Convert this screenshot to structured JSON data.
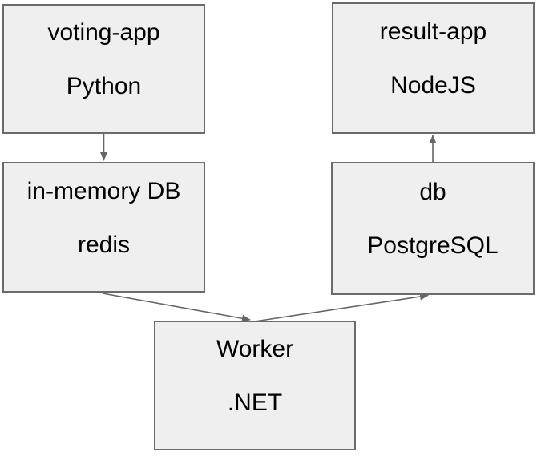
{
  "diagram": {
    "colors": {
      "background": "#ffffff",
      "node_fill": "#efefef",
      "node_border": "#6b6b6b",
      "edge": "#666666",
      "text": "#000000"
    },
    "nodes": {
      "voting_app": {
        "name": "voting-app",
        "tech": "Python"
      },
      "result_app": {
        "name": "result-app",
        "tech": "NodeJS"
      },
      "in_memory_db": {
        "name": "in-memory DB",
        "tech": "redis"
      },
      "db": {
        "name": "db",
        "tech": "PostgreSQL"
      },
      "worker": {
        "name": "Worker",
        "tech": ".NET"
      }
    },
    "edges": [
      {
        "from": "voting-app",
        "to": "in-memory DB"
      },
      {
        "from": "in-memory DB",
        "to": "Worker"
      },
      {
        "from": "Worker",
        "to": "db"
      },
      {
        "from": "db",
        "to": "result-app"
      }
    ]
  }
}
